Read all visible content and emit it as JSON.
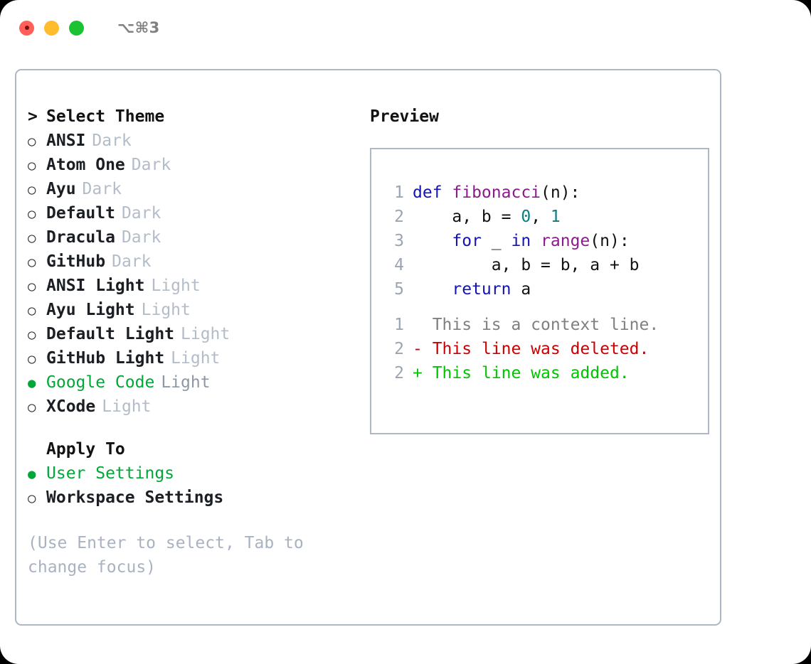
{
  "titlebar": {
    "shortcut": "⌥⌘3",
    "buttons": {
      "close": "close",
      "minimize": "minimize",
      "zoom": "zoom"
    }
  },
  "theme_panel": {
    "header": {
      "caret": ">",
      "label": "Select Theme"
    },
    "markers": {
      "selected": "●",
      "unselected": "○"
    },
    "items": [
      {
        "marker": "○",
        "label": "ANSI",
        "tag": "Dark",
        "selected": false
      },
      {
        "marker": "○",
        "label": "Atom One",
        "tag": "Dark",
        "selected": false
      },
      {
        "marker": "○",
        "label": "Ayu",
        "tag": "Dark",
        "selected": false
      },
      {
        "marker": "○",
        "label": "Default",
        "tag": "Dark",
        "selected": false
      },
      {
        "marker": "○",
        "label": "Dracula",
        "tag": "Dark",
        "selected": false
      },
      {
        "marker": "○",
        "label": "GitHub",
        "tag": "Dark",
        "selected": false
      },
      {
        "marker": "○",
        "label": "ANSI Light",
        "tag": "Light",
        "selected": false
      },
      {
        "marker": "○",
        "label": "Ayu Light",
        "tag": "Light",
        "selected": false
      },
      {
        "marker": "○",
        "label": "Default Light",
        "tag": "Light",
        "selected": false
      },
      {
        "marker": "○",
        "label": "GitHub Light",
        "tag": "Light",
        "selected": false
      },
      {
        "marker": "●",
        "label": "Google Code",
        "tag": "Light",
        "selected": true
      },
      {
        "marker": "○",
        "label": "XCode",
        "tag": "Light",
        "selected": false
      }
    ]
  },
  "apply_to": {
    "header": "Apply To",
    "options": [
      {
        "marker": "●",
        "label": "User Settings",
        "selected": true
      },
      {
        "marker": "○",
        "label": "Workspace Settings",
        "selected": false
      }
    ]
  },
  "hint": "(Use Enter to select, Tab to change focus)",
  "preview": {
    "title": "Preview",
    "code_lines": [
      {
        "num": "1",
        "parts": [
          {
            "t": "def ",
            "c": "tok-kw"
          },
          {
            "t": "fibonacci",
            "c": "tok-fn"
          },
          {
            "t": "(n):",
            "c": "tok-plain"
          }
        ]
      },
      {
        "num": "2",
        "parts": [
          {
            "t": "    a, b = ",
            "c": "tok-plain"
          },
          {
            "t": "0",
            "c": "tok-num"
          },
          {
            "t": ", ",
            "c": "tok-plain"
          },
          {
            "t": "1",
            "c": "tok-num"
          }
        ]
      },
      {
        "num": "3",
        "parts": [
          {
            "t": "    ",
            "c": "tok-plain"
          },
          {
            "t": "for",
            "c": "tok-kw"
          },
          {
            "t": " _ ",
            "c": "tok-plain"
          },
          {
            "t": "in",
            "c": "tok-kw"
          },
          {
            "t": " ",
            "c": "tok-plain"
          },
          {
            "t": "range",
            "c": "tok-fn"
          },
          {
            "t": "(n):",
            "c": "tok-plain"
          }
        ]
      },
      {
        "num": "4",
        "parts": [
          {
            "t": "        a, b = b, a + b",
            "c": "tok-plain"
          }
        ]
      },
      {
        "num": "5",
        "parts": [
          {
            "t": "    ",
            "c": "tok-kw"
          },
          {
            "t": "return",
            "c": "tok-kw"
          },
          {
            "t": " a",
            "c": "tok-plain"
          }
        ]
      }
    ],
    "diff_lines": [
      {
        "num": "1",
        "sign": " ",
        "text": " This is a context line.",
        "c": "diff-ctx"
      },
      {
        "num": "2",
        "sign": "-",
        "text": " This line was deleted.",
        "c": "diff-del"
      },
      {
        "num": "2",
        "sign": "+",
        "text": " This line was added.",
        "c": "diff-add"
      }
    ]
  },
  "colors": {
    "accent_green": "#00a838",
    "diff_added": "#00c400",
    "diff_deleted": "#cc0000",
    "keyword_blue": "#1414b4",
    "function_purple": "#8c1a8c",
    "number_teal": "#0b7d7d",
    "border": "#aeb7c4",
    "muted": "#b3bcc9"
  }
}
